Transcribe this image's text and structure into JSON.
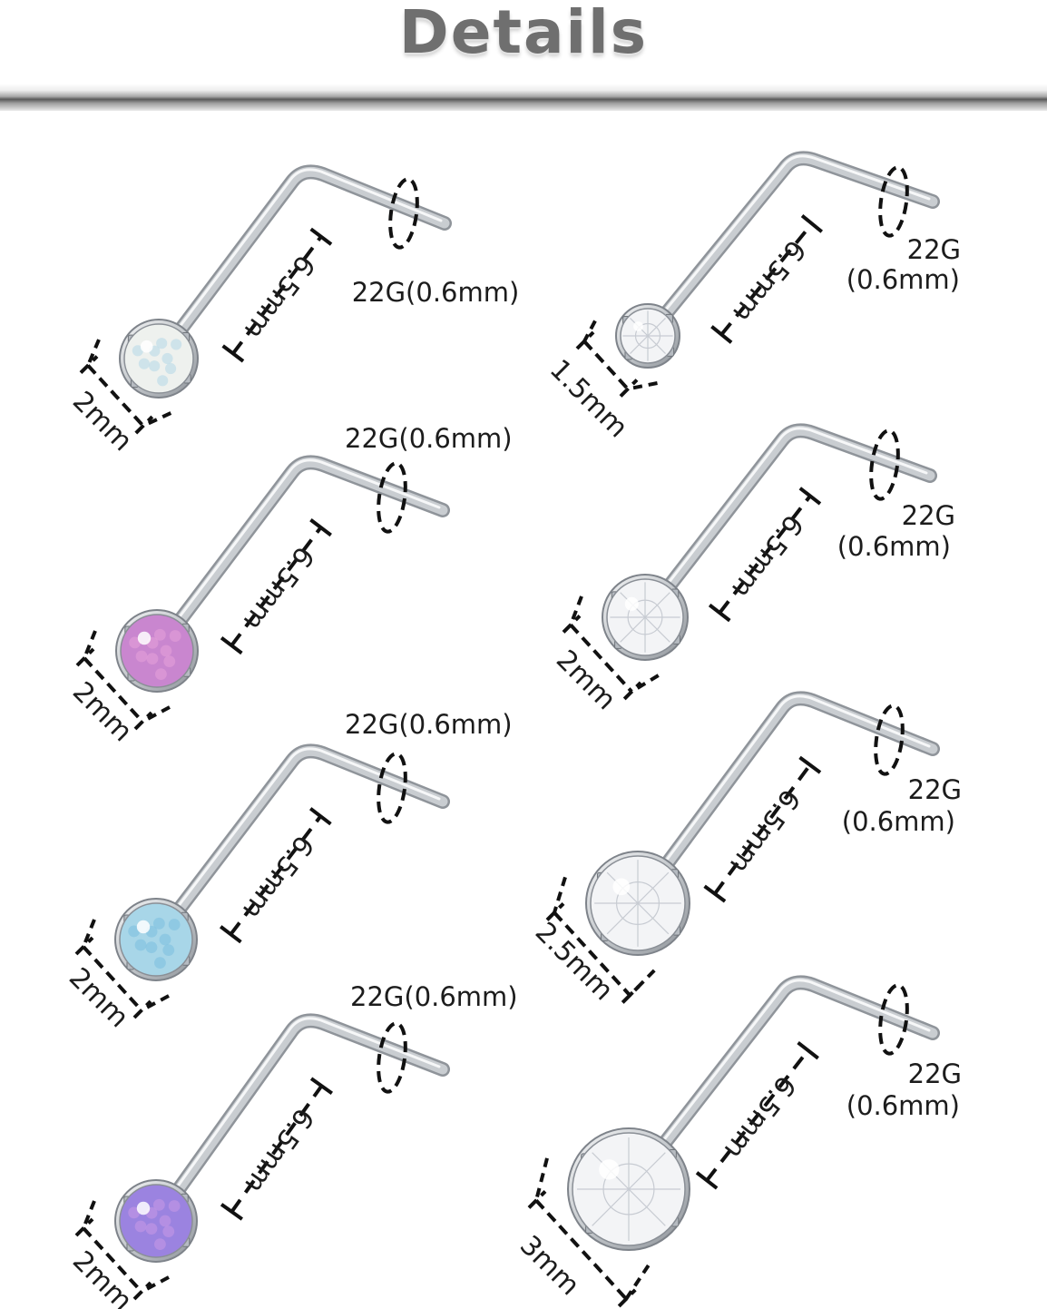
{
  "header": {
    "title": "Details"
  },
  "colors": {
    "title_text": "#6f6f6f",
    "dashes": "#111111",
    "steel": "#c9cdd1"
  },
  "icons": {
    "dimension": "dashed-bracket-icon",
    "gauge": "dashed-ellipse-icon"
  },
  "products": [
    {
      "stone": "white-opal",
      "stone_color": "#eef1ee",
      "accent": "#b9dbe8",
      "length": "6.5mm",
      "gauge": "22G(0.6mm)",
      "stone_size": "2mm"
    },
    {
      "stone": "pink-opal",
      "stone_color": "#c986cf",
      "accent": "#e5a0d8",
      "length": "6.5mm",
      "gauge": "22G(0.6mm)",
      "stone_size": "2mm"
    },
    {
      "stone": "blue-opal",
      "stone_color": "#a8d6e8",
      "accent": "#7fbfe0",
      "length": "6.5mm",
      "gauge": "22G(0.6mm)",
      "stone_size": "2mm"
    },
    {
      "stone": "purple-opal",
      "stone_color": "#9b83e0",
      "accent": "#c597e4",
      "length": "6.5mm",
      "gauge": "22G(0.6mm)",
      "stone_size": "2mm"
    },
    {
      "stone": "clear-crystal",
      "stone_color": "#f3f4f6",
      "accent": "#c7cbd2",
      "length": "6.5mm",
      "gauge_line1": "22G",
      "gauge_line2": "(0.6mm)",
      "stone_size": "1.5mm"
    },
    {
      "stone": "clear-crystal",
      "stone_color": "#f3f4f6",
      "accent": "#c7cbd2",
      "length": "6.5mm",
      "gauge_line1": "22G",
      "gauge_line2": "(0.6mm)",
      "stone_size": "2mm"
    },
    {
      "stone": "clear-crystal",
      "stone_color": "#f3f4f6",
      "accent": "#c7cbd2",
      "length": "6.5mm",
      "gauge_line1": "22G",
      "gauge_line2": "(0.6mm)",
      "stone_size": "2.5mm"
    },
    {
      "stone": "clear-crystal",
      "stone_color": "#f3f4f6",
      "accent": "#c7cbd2",
      "length": "6.5mm",
      "gauge_line1": "22G",
      "gauge_line2": "(0.6mm)",
      "stone_size": "3mm"
    }
  ]
}
